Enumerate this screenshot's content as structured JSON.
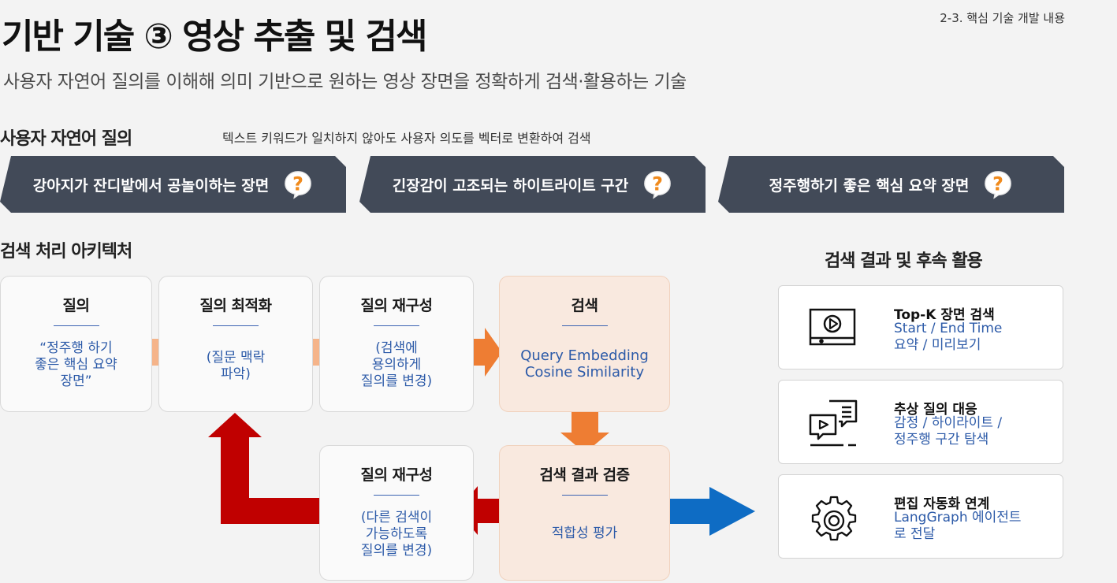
{
  "header": {
    "title": "기반 기술 ③ 영상 추출 및 검색",
    "subtitle": "사용자 자연어 질의를 이해해 의미 기반으로 원하는 영상 장면을 정확하게 검색·활용하는 기술",
    "section_tag": "2-3. 핵심 기술 개발 내용"
  },
  "query_section": {
    "title": "사용자 자연어 질의",
    "description": "텍스트 키워드가 일치하지 않아도 사용자 의도를 벡터로 변환하여 검색",
    "queries": [
      "강아지가 잔디밭에서 공놀이하는 장면",
      "긴장감이 고조되는 하이트라이트 구간",
      "정주행하기 좋은 핵심 요약 장면"
    ]
  },
  "architecture": {
    "title": "검색 처리 아키텍처",
    "steps": [
      {
        "title": "질의",
        "body": "“정주행 하기\n좋은 핵심 요약\n장면”"
      },
      {
        "title": "질의 최적화",
        "body": "(질문 맥락\n파악)"
      },
      {
        "title": "질의 재구성",
        "body": "(검색에\n용의하게\n질의를 변경)"
      },
      {
        "title": "검색",
        "body": "Query Embedding\nCosine Similarity"
      },
      {
        "title": "질의 재구성",
        "body": "(다른 검색이\n가능하도록\n질의를 변경)"
      },
      {
        "title": "검색 결과 검증",
        "body": "적합성 평가"
      }
    ]
  },
  "results": {
    "title": "검색 결과 및 후속 활용",
    "items": [
      {
        "icon": "video-player-icon",
        "title": "Top-K 장면 검색",
        "body": "Start / End Time\n요약 / 미리보기"
      },
      {
        "icon": "chat-video-icon",
        "title": "추상 질의 대응",
        "body": "감정 / 하이라이트 /\n정주행 구간 탐색"
      },
      {
        "icon": "gear-icon",
        "title": "편집 자동화 연계",
        "body": "LangGraph 에이전트\n로 전달"
      }
    ]
  },
  "colors": {
    "query_box": "#424a58",
    "accent_blue": "#2c5aa8",
    "arrow_light": "#f5b48a",
    "arrow_orange": "#ee7d33",
    "arrow_red": "#c00000",
    "arrow_blue": "#0e6cc4",
    "peach_card": "#f9e9df"
  }
}
